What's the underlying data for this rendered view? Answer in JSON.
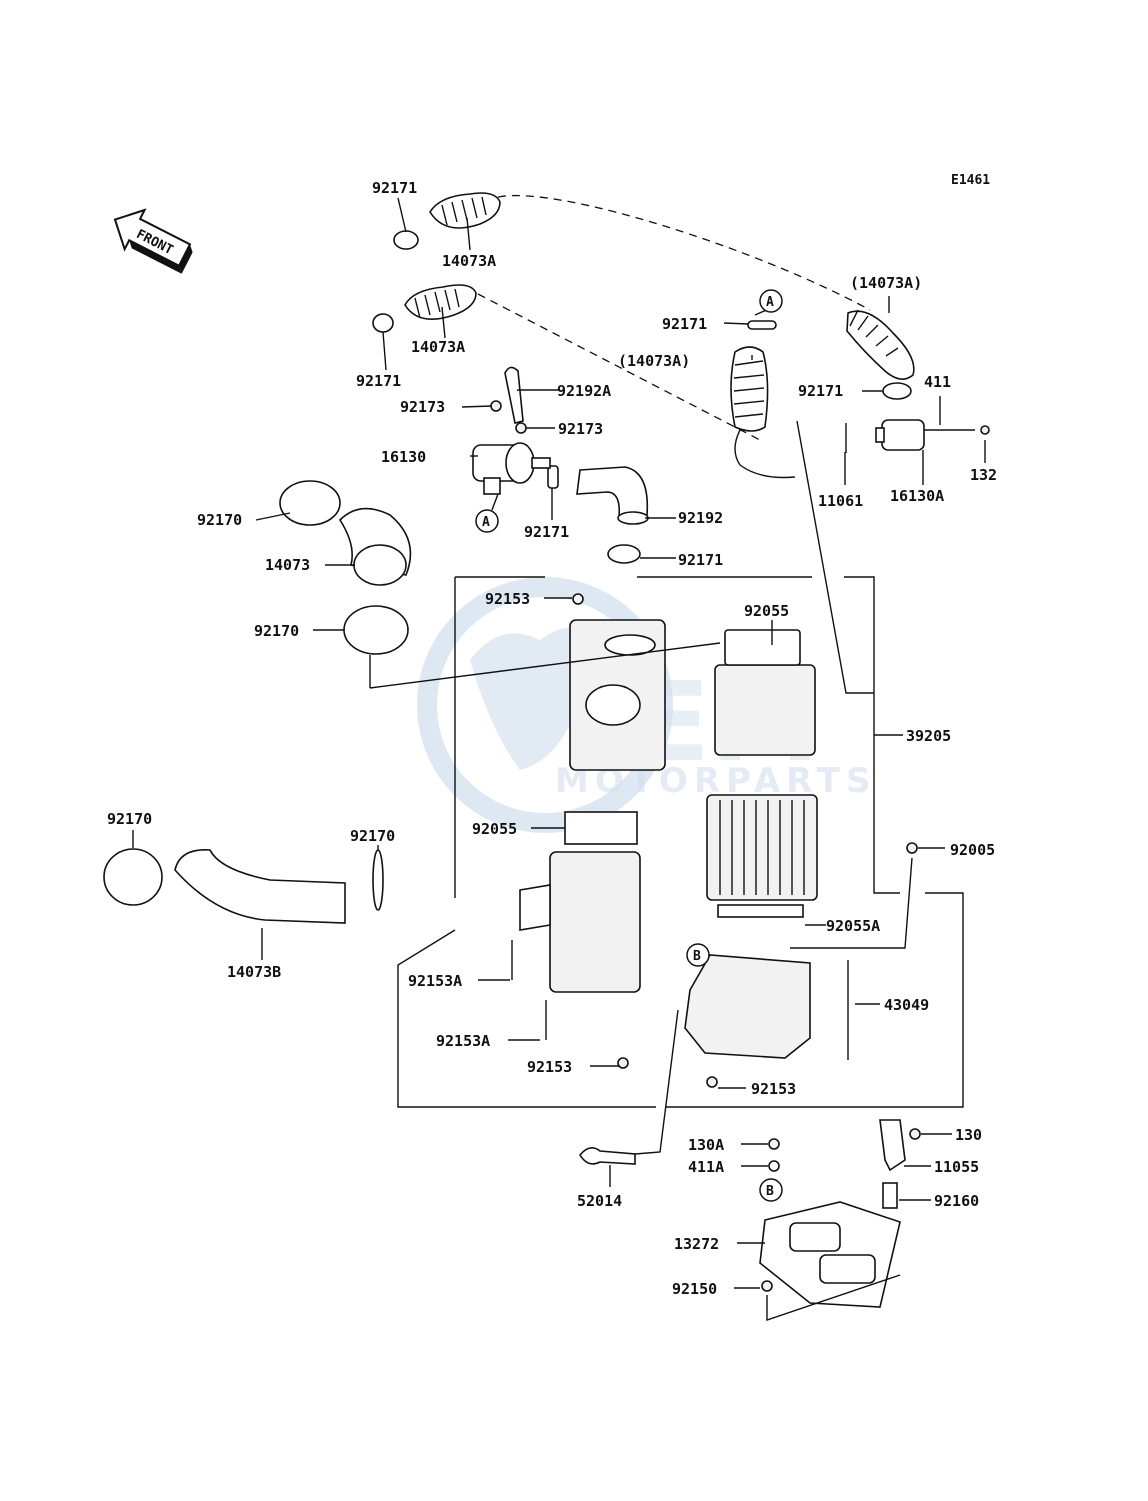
{
  "diagram_code": "E1461",
  "front_arrow_text": "FRONT",
  "watermark": {
    "main": "FEM",
    "sub": "MOTORPARTS"
  },
  "ref_markers": {
    "a": "A",
    "b": "B"
  },
  "labels": {
    "l92171_a": "92171",
    "l14073A_a": "14073A",
    "l14073A_b": "14073A",
    "l92171_b": "92171",
    "l92192A": "92192A",
    "l92173_a": "92173",
    "l92173_b": "92173",
    "l16130": "16130",
    "l92171_c": "92171",
    "l14073A_p1": "(14073A)",
    "l14073A_p2": "(14073A)",
    "l92171_d": "92171",
    "l411": "411",
    "l132": "132",
    "l11061": "11061",
    "l16130A": "16130A",
    "l92171_e": "92171",
    "l92192": "92192",
    "l92171_f": "92171",
    "l92170_a": "92170",
    "l14073": "14073",
    "l92170_b": "92170",
    "l92153_a": "92153",
    "l92055_a": "92055",
    "l39205": "39205",
    "l92055_b": "92055",
    "l92170_c": "92170",
    "l92170_d": "92170",
    "l14073B": "14073B",
    "l92005": "92005",
    "l92055A": "92055A",
    "l92153A_a": "92153A",
    "l43049": "43049",
    "l92153A_b": "92153A",
    "l92153_b": "92153",
    "l92153_c": "92153",
    "l130A": "130A",
    "l130": "130",
    "l411A": "411A",
    "l11055": "11055",
    "l52014": "52014",
    "l92160": "92160",
    "l13272": "13272",
    "l92150": "92150"
  }
}
